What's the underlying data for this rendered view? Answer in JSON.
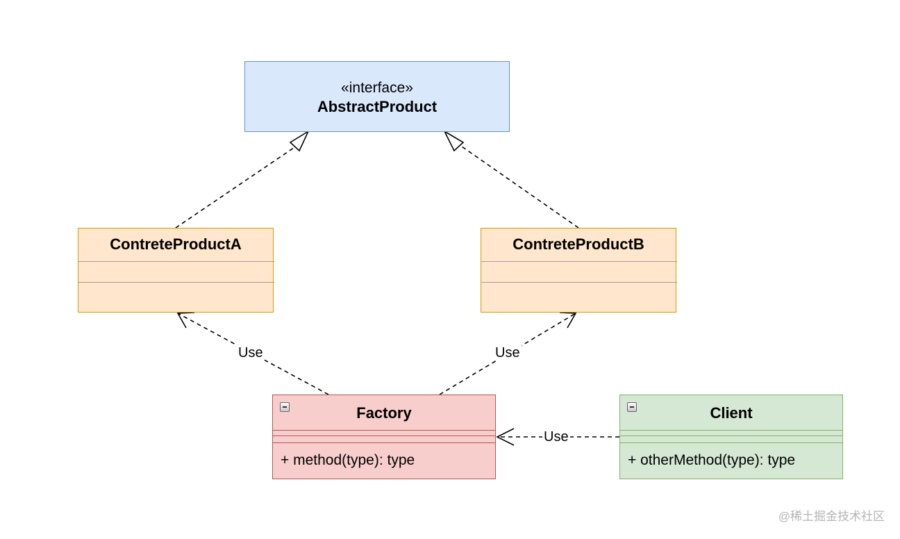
{
  "interface": {
    "stereotype": "«interface»",
    "name": "AbstractProduct"
  },
  "products": {
    "a": {
      "name": "ContreteProductA"
    },
    "b": {
      "name": "ContreteProductB"
    }
  },
  "factory": {
    "name": "Factory",
    "method": "+ method(type): type"
  },
  "client": {
    "name": "Client",
    "method": "+ otherMethod(type): type"
  },
  "edges": {
    "factory_to_a": "Use",
    "factory_to_b": "Use",
    "client_to_factory": "Use"
  },
  "watermark": "@稀土掘金技术社区",
  "colors": {
    "interface_fill": "#dae8fc",
    "interface_border": "#6c8ebf",
    "product_fill": "#ffe6cc",
    "product_border": "#d79b00",
    "factory_fill": "#f8cecc",
    "factory_border": "#b85450",
    "client_fill": "#d5e8d4",
    "client_border": "#82b366"
  },
  "icons": [
    "collapse-icon"
  ]
}
